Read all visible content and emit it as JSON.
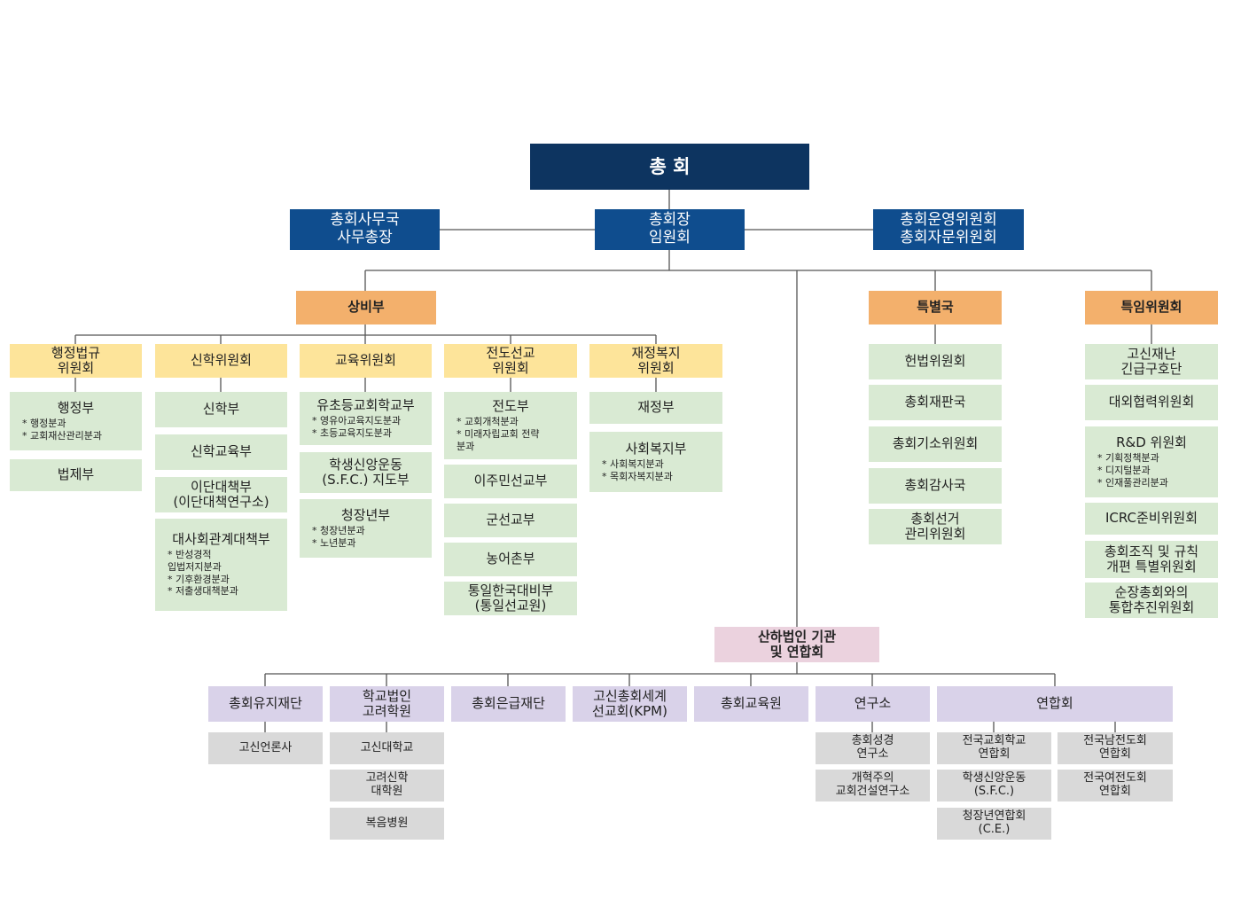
{
  "colors": {
    "navy": "#0d3460",
    "blue": "#0f4d8e",
    "orange": "#f3b06c",
    "yellow": "#fde49a",
    "green": "#d9ead3",
    "pink": "#ebd2de",
    "lavender": "#d9d2e9",
    "gray": "#d9d9d9",
    "line": "#555555"
  },
  "nodes": [
    {
      "id": "assembly",
      "text": "총  회"
    },
    {
      "id": "secretariat",
      "text": "총회사무국\n사무총장"
    },
    {
      "id": "moderator",
      "text": "총회장\n임원회"
    },
    {
      "id": "operations",
      "text": "총회운영위원회\n총회자문위원회"
    },
    {
      "id": "standing",
      "text": "상비부"
    },
    {
      "id": "special-bureau",
      "text": "특별국"
    },
    {
      "id": "special-committee",
      "text": "특임위원회"
    },
    {
      "id": "admin-law",
      "text": "행정법규\n위원회"
    },
    {
      "id": "theology-committee",
      "text": "신학위원회"
    },
    {
      "id": "education-committee",
      "text": "교육위원회"
    },
    {
      "id": "mission-committee",
      "text": "전도선교\n위원회"
    },
    {
      "id": "finance-welfare",
      "text": "재정복지\n위원회"
    },
    {
      "id": "administration",
      "text": "행정부",
      "subs": [
        "* 행정분과",
        "* 교회재산관리분과"
      ]
    },
    {
      "id": "legislation",
      "text": "법제부"
    },
    {
      "id": "theology",
      "text": "신학부"
    },
    {
      "id": "theology-edu",
      "text": "신학교육부"
    },
    {
      "id": "heresy",
      "text": "이단대책부\n(이단대책연구소)"
    },
    {
      "id": "social-relations",
      "text": "대사회관계대책부",
      "subs": [
        "* 반성경적\n  입법저지분과",
        "* 기후환경분과",
        "* 저출생대책분과"
      ]
    },
    {
      "id": "sunday-school",
      "text": "유초등교회학교부",
      "subs": [
        "* 영유아교육지도분과",
        "* 초등교육지도분과"
      ]
    },
    {
      "id": "sfc",
      "text": "학생신앙운동\n(S.F.C.) 지도부"
    },
    {
      "id": "youth",
      "text": "청장년부",
      "subs": [
        "* 청장년분과",
        "* 노년분과"
      ]
    },
    {
      "id": "evangelism",
      "text": "전도부",
      "subs": [
        "* 교회개척분과",
        "* 미래자립교회 전략\n  분과"
      ]
    },
    {
      "id": "migrant",
      "text": "이주민선교부"
    },
    {
      "id": "military",
      "text": "군선교부"
    },
    {
      "id": "rural",
      "text": "농어촌부"
    },
    {
      "id": "unification",
      "text": "통일한국대비부\n(통일선교원)"
    },
    {
      "id": "finance",
      "text": "재정부"
    },
    {
      "id": "social-welfare",
      "text": "사회복지부",
      "subs": [
        "* 사회복지분과",
        "* 목회자복지분과"
      ]
    },
    {
      "id": "constitution",
      "text": "헌법위원회"
    },
    {
      "id": "court",
      "text": "총회재판국"
    },
    {
      "id": "prosecution",
      "text": "총회기소위원회"
    },
    {
      "id": "audit",
      "text": "총회감사국"
    },
    {
      "id": "election",
      "text": "총회선거\n관리위원회"
    },
    {
      "id": "disaster",
      "text": "고신재난\n긴급구호단"
    },
    {
      "id": "external",
      "text": "대외협력위원회"
    },
    {
      "id": "rnd",
      "text": "R&D 위원회",
      "subs": [
        "* 기획정책분과",
        "* 디지털분과",
        "* 인재풀관리분과"
      ]
    },
    {
      "id": "icrc",
      "text": "ICRC준비위원회"
    },
    {
      "id": "reform",
      "text": "총회조직 및 규칙\n개편 특별위원회"
    },
    {
      "id": "merger",
      "text": "순장총회와의\n통합추진위원회"
    },
    {
      "id": "affiliates",
      "text": "산하법인 기관\n및 연합회"
    },
    {
      "id": "foundation",
      "text": "총회유지재단"
    },
    {
      "id": "koryo-school",
      "text": "학교법인\n고려학원"
    },
    {
      "id": "pension",
      "text": "총회은급재단"
    },
    {
      "id": "kpm",
      "text": "고신총회세계\n선교회(KPM)"
    },
    {
      "id": "edu-institute",
      "text": "총회교육원"
    },
    {
      "id": "institutes",
      "text": "연구소"
    },
    {
      "id": "associations",
      "text": "연합회"
    },
    {
      "id": "press",
      "text": "고신언론사"
    },
    {
      "id": "kosin-univ",
      "text": "고신대학교"
    },
    {
      "id": "koryo-seminary",
      "text": "고려신학\n대학원"
    },
    {
      "id": "gospel-hospital",
      "text": "복음병원"
    },
    {
      "id": "bible-institute",
      "text": "총회성경\n연구소"
    },
    {
      "id": "reformed-institute",
      "text": "개혁주의\n교회건설연구소"
    },
    {
      "id": "church-school-assoc",
      "text": "전국교회학교\n연합회"
    },
    {
      "id": "sfc-assoc",
      "text": "학생신앙운동\n(S.F.C.)"
    },
    {
      "id": "ce-assoc",
      "text": "청장년연합회\n(C.E.)"
    },
    {
      "id": "men-assoc",
      "text": "전국남전도회\n연합회"
    },
    {
      "id": "women-assoc",
      "text": "전국여전도회\n연합회"
    }
  ]
}
